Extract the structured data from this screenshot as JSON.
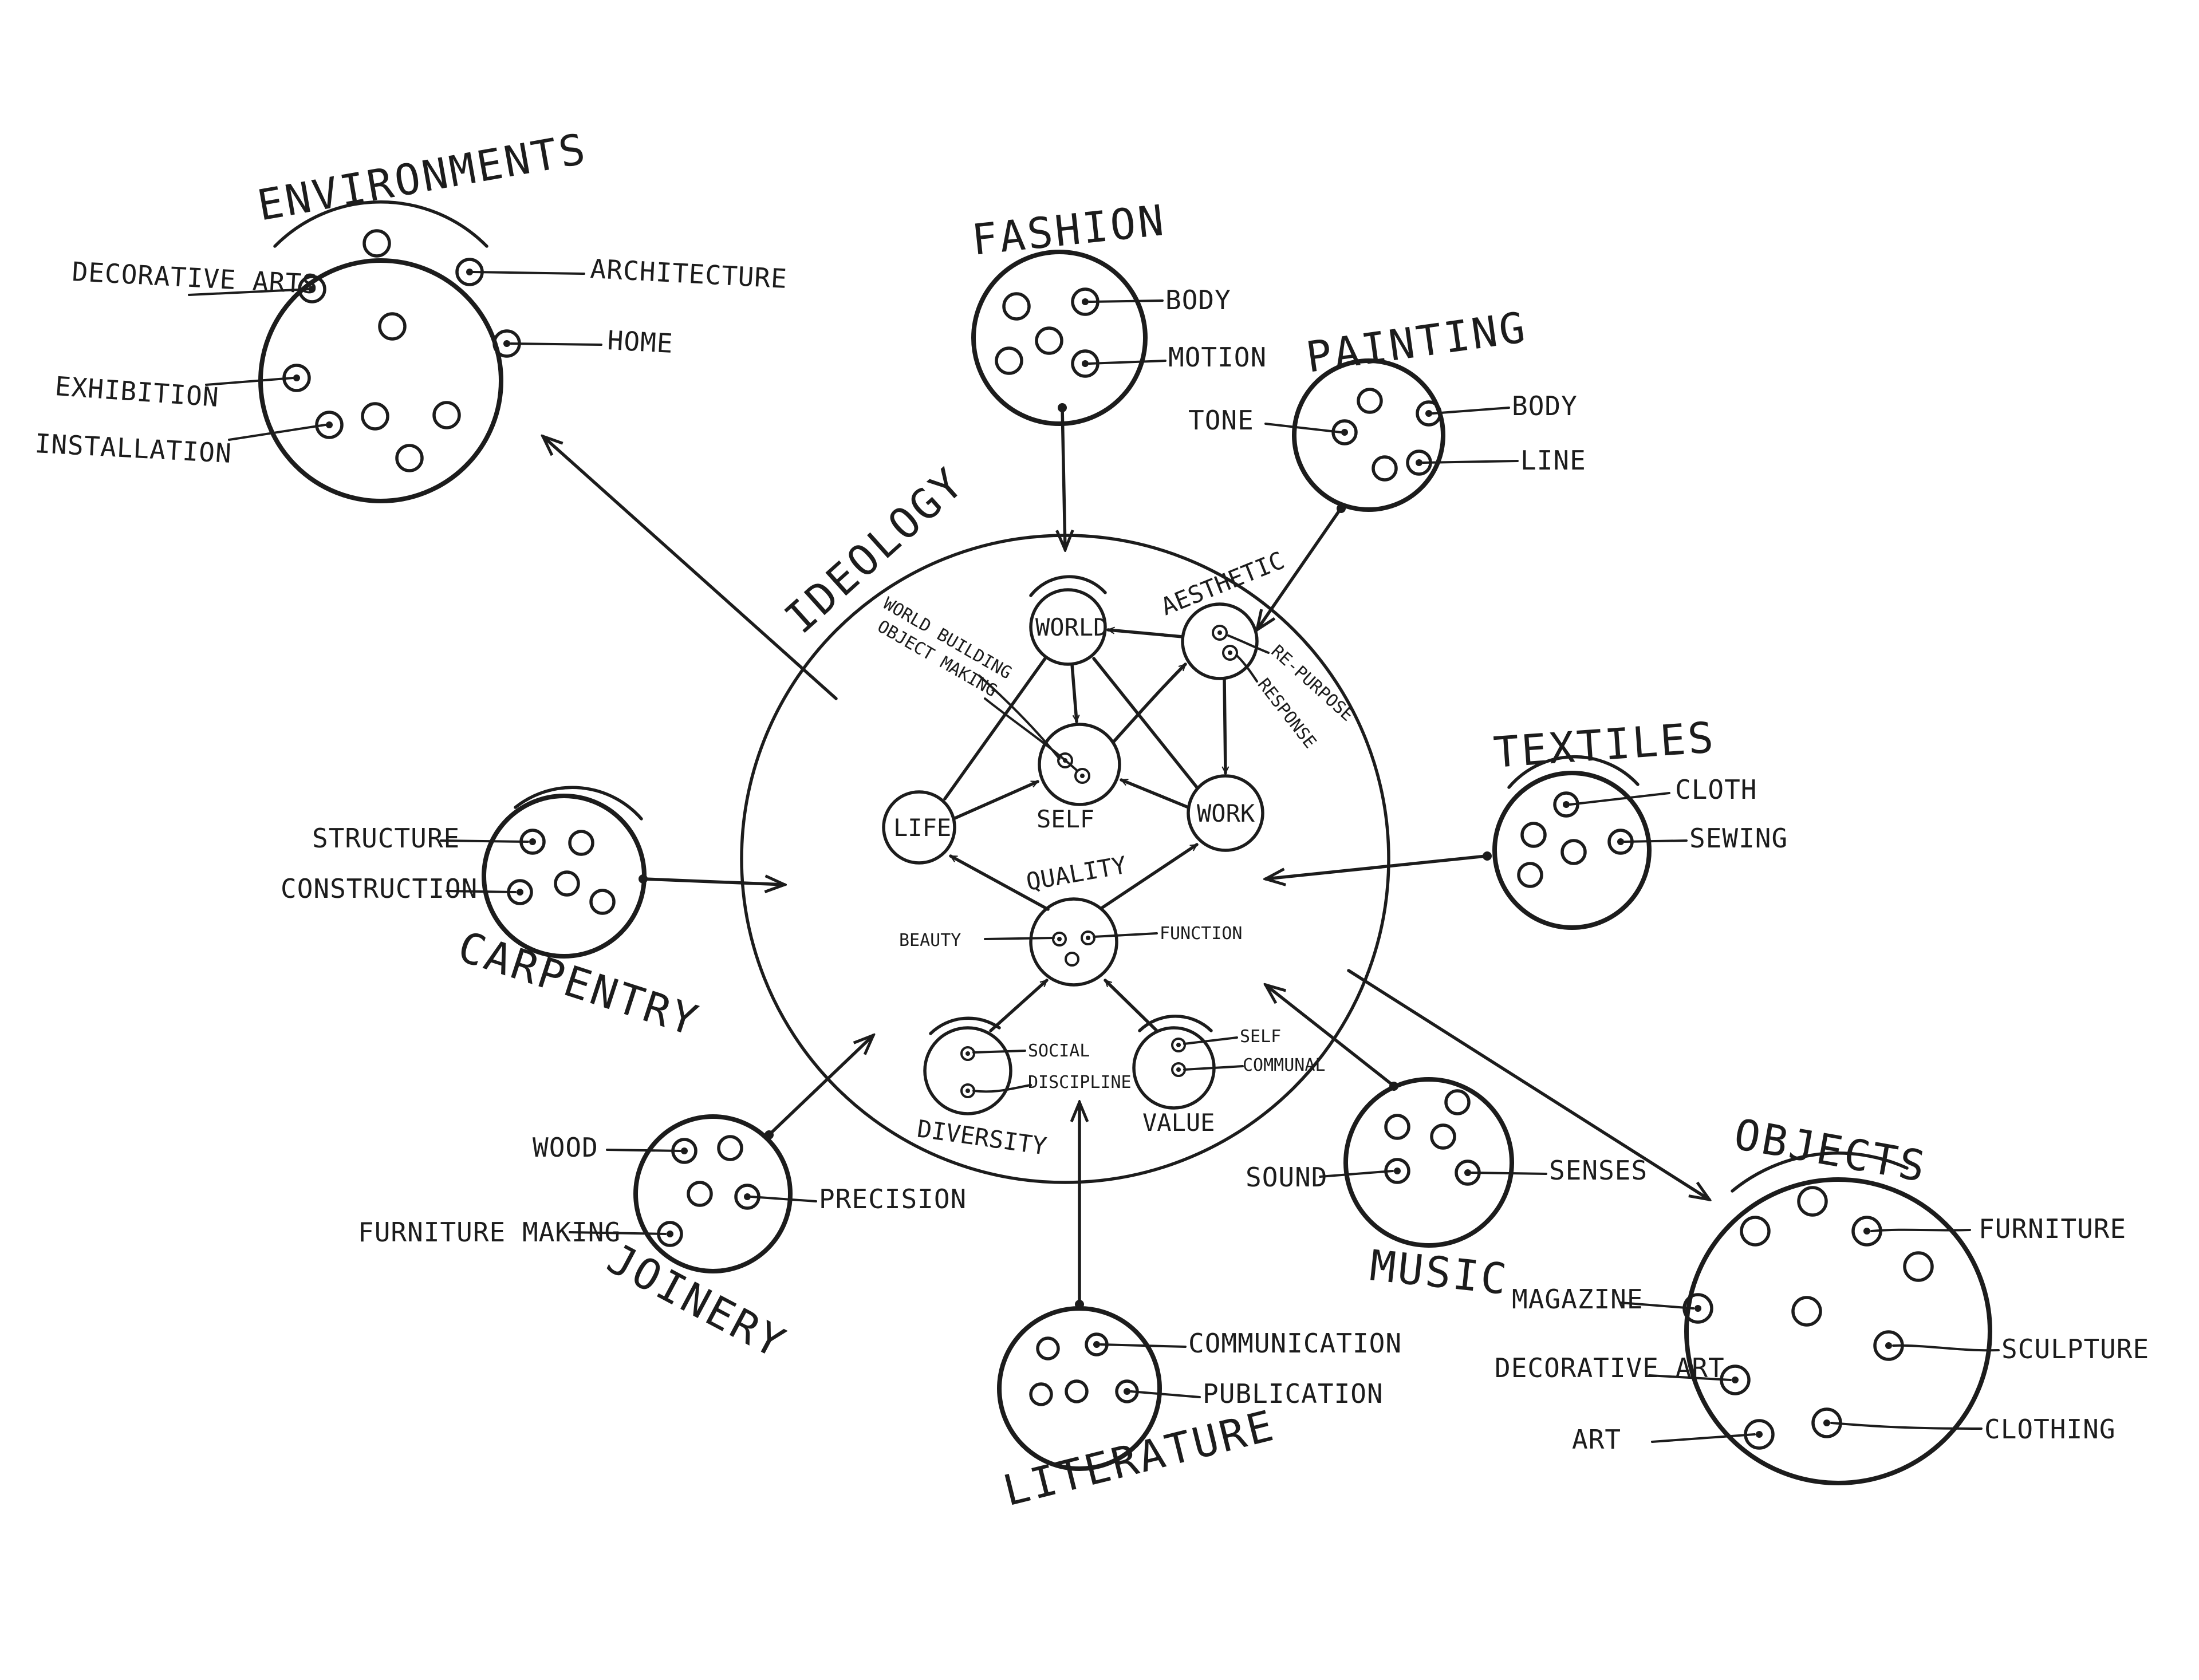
{
  "ideology": {
    "title": "IDEOLOGY",
    "world": "WORLD",
    "aesthetic": "AESTHETIC",
    "self": "SELF",
    "life": "LIFE",
    "work": "WORK",
    "quality": "QUALITY",
    "diversity": "DIVERSITY",
    "value": "VALUE",
    "world_building": "WORLD BUILDING",
    "object_making": "OBJECT MAKING",
    "re_purpose": "RE-PURPOSE",
    "response": "RESPONSE",
    "beauty": "BEAUTY",
    "function": "FUNCTION",
    "social": "SOCIAL",
    "discipline": "DISCIPLINE",
    "value_self": "SELF",
    "communal": "COMMUNAL"
  },
  "environments": {
    "title": "ENVIRONMENTS",
    "decorative_arts": "DECORATIVE ARTS",
    "architecture": "ARCHITECTURE",
    "home": "HOME",
    "exhibition": "EXHIBITION",
    "installation": "INSTALLATION"
  },
  "fashion": {
    "title": "FASHION",
    "body": "BODY",
    "motion": "MOTION"
  },
  "painting": {
    "title": "PAINTING",
    "tone": "TONE",
    "body": "BODY",
    "line": "LINE"
  },
  "textiles": {
    "title": "TEXTILES",
    "cloth": "CLOTH",
    "sewing": "SEWING"
  },
  "carpentry": {
    "title": "CARPENTRY",
    "structure": "STRUCTURE",
    "construction": "CONSTRUCTION"
  },
  "joinery": {
    "title": "JOINERY",
    "wood": "WOOD",
    "furniture_making": "FURNITURE MAKING",
    "precision": "PRECISION"
  },
  "literature": {
    "title": "LITERATURE",
    "communication": "COMMUNICATION",
    "publication": "PUBLICATION"
  },
  "music": {
    "title": "MUSIC",
    "sound": "SOUND",
    "senses": "SENSES"
  },
  "objects": {
    "title": "OBJECTS",
    "furniture": "FURNITURE",
    "magazine": "MAGAZINE",
    "sculpture": "SCULPTURE",
    "decorative_art": "DECORATIVE ART",
    "art": "ART",
    "clothing": "CLOTHING"
  }
}
